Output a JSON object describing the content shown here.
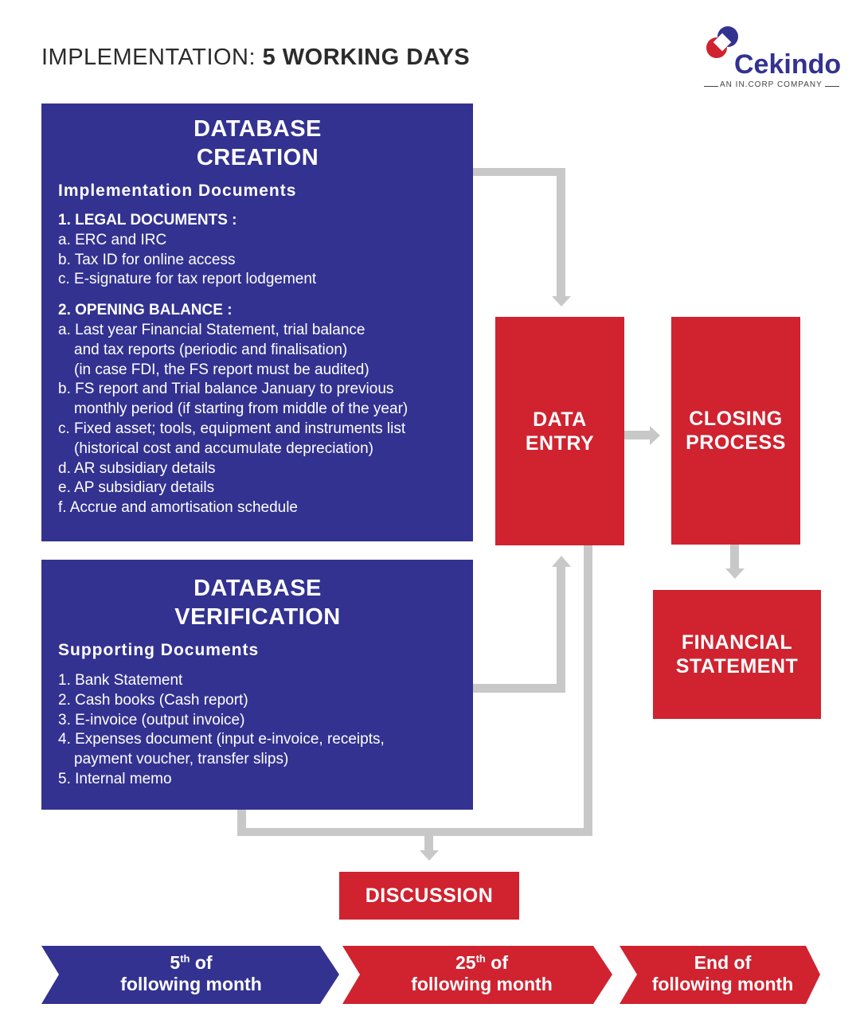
{
  "header": {
    "title_prefix": "IMPLEMENTATION: ",
    "title_bold": "5 WORKING DAYS"
  },
  "logo": {
    "name": "Cekindo",
    "tagline": "AN IN.CORP COMPANY",
    "colors": [
      "#d0222f",
      "#333291"
    ]
  },
  "database_creation": {
    "heading_line1": "DATABASE",
    "heading_line2": "CREATION",
    "subheading": "Implementation Documents",
    "items": [
      {
        "text": "1. LEGAL DOCUMENTS :",
        "style": "bold"
      },
      {
        "text": "a. ERC and IRC"
      },
      {
        "text": "b. Tax ID for online access"
      },
      {
        "text": "c. E-signature for tax report lodgement"
      },
      {
        "text": "2. OPENING BALANCE :",
        "style": "bold"
      },
      {
        "text": "a. Last year Financial Statement, trial balance"
      },
      {
        "text": "and tax reports (periodic and finalisation)",
        "style": "ind"
      },
      {
        "text": "(in case FDI, the FS report must be audited)",
        "style": "ind"
      },
      {
        "text": "b. FS report and Trial balance January to previous"
      },
      {
        "text": "monthly period (if starting from middle of the year)",
        "style": "ind"
      },
      {
        "text": "c. Fixed asset; tools, equipment and instruments list"
      },
      {
        "text": "(historical cost and accumulate depreciation)",
        "style": "ind"
      },
      {
        "text": "d. AR subsidiary details"
      },
      {
        "text": "e. AP subsidiary details"
      },
      {
        "text": "f.  Accrue and amortisation schedule"
      }
    ]
  },
  "database_verification": {
    "heading_line1": "DATABASE",
    "heading_line2": "VERIFICATION",
    "subheading": "Supporting Documents",
    "items": [
      {
        "text": "1.  Bank Statement"
      },
      {
        "text": "2. Cash books (Cash report)"
      },
      {
        "text": "3. E-invoice (output invoice)"
      },
      {
        "text": "4. Expenses document (input e-invoice, receipts,"
      },
      {
        "text": "payment voucher, transfer slips)",
        "style": "ind"
      },
      {
        "text": "5. Internal memo"
      }
    ]
  },
  "data_entry": {
    "line1": "DATA",
    "line2": "ENTRY"
  },
  "closing_process": {
    "line1": "CLOSING",
    "line2": "PROCESS"
  },
  "financial_statement": {
    "line1": "FINANCIAL",
    "line2": "STATEMENT"
  },
  "discussion": {
    "label": "DISCUSSION"
  },
  "timeline": [
    {
      "num": "5",
      "sup": "th",
      "rest": " of",
      "line2": "following month",
      "color": "#333291"
    },
    {
      "num": "25",
      "sup": "th",
      "rest": " of",
      "line2": "following month",
      "color": "#d0222f"
    },
    {
      "num": "End of",
      "sup": "",
      "rest": "",
      "line2": "following month",
      "color": "#d0222f"
    }
  ],
  "colors": {
    "blue": "#333291",
    "red": "#d0222f",
    "connector": "#c8c8c8"
  }
}
